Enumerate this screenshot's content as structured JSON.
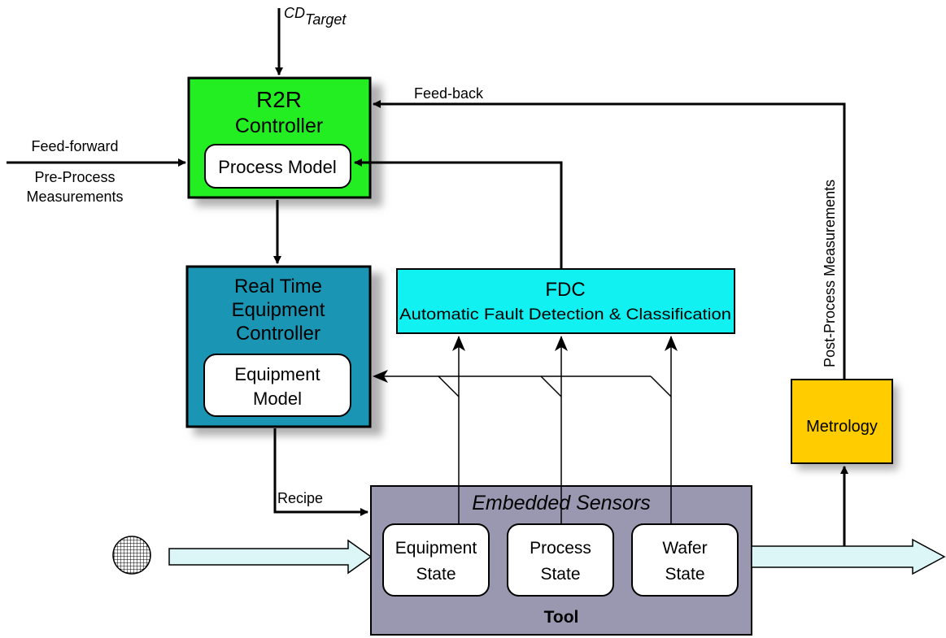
{
  "cd_target": {
    "base": "CD",
    "subscript": "Target"
  },
  "r2r": {
    "line1": "R2R",
    "line2": "Controller",
    "inner": "Process Model"
  },
  "feed_forward": "Feed-forward",
  "pre_process": {
    "line1": "Pre-Process",
    "line2": "Measurements"
  },
  "feed_back": "Feed-back",
  "post_process": "Post-Process Measurements",
  "rtec": {
    "line1": "Real Time",
    "line2": "Equipment",
    "line3": "Controller",
    "inner_line1": "Equipment",
    "inner_line2": "Model"
  },
  "fdc": {
    "title": "FDC",
    "subtitle": "Automatic Fault Detection & Classification"
  },
  "metrology": "Metrology",
  "recipe": "Recipe",
  "tool": {
    "sensors": "Embedded Sensors",
    "label": "Tool",
    "states": [
      {
        "line1": "Equipment",
        "line2": "State"
      },
      {
        "line1": "Process",
        "line2": "State"
      },
      {
        "line1": "Wafer",
        "line2": "State"
      }
    ]
  },
  "colors": {
    "r2r": "#22ee22",
    "rtec": "#1a96b4",
    "fdc": "#11f1f1",
    "metrology": "#ffcc00",
    "tool": "#9a98b0",
    "flow_arrow": "#dcf6f8",
    "shadow": "#b0b0b0"
  }
}
